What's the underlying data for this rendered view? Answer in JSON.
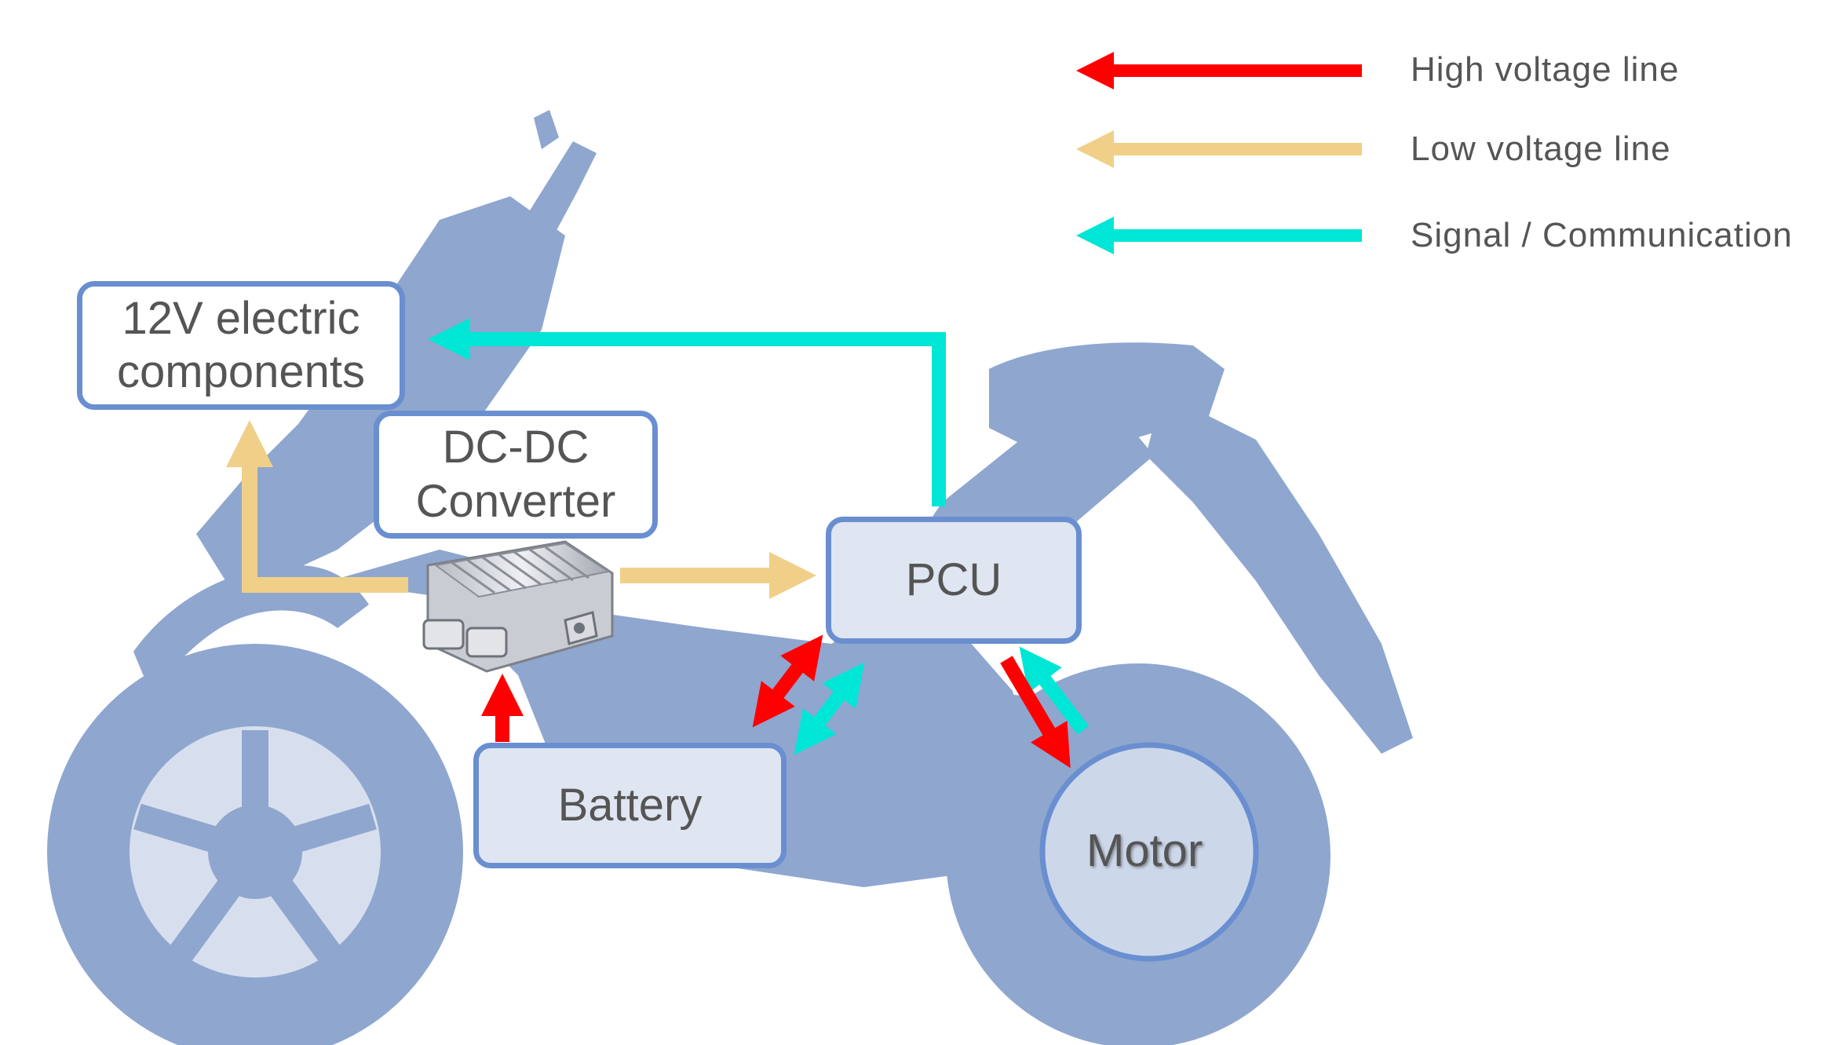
{
  "legend": {
    "items": [
      {
        "label": "High voltage line",
        "color": "#ff0000"
      },
      {
        "label": "Low voltage line",
        "color": "#f0d088"
      },
      {
        "label": "Signal /  Communication",
        "color": "#00e6d6"
      }
    ]
  },
  "components": {
    "electric_components": {
      "line1": "12V electric",
      "line2": "components"
    },
    "dcdc": {
      "line1": "DC-DC",
      "line2": "Converter"
    },
    "pcu": {
      "label": "PCU"
    },
    "battery": {
      "label": "Battery"
    },
    "motor": {
      "label": "Motor"
    }
  },
  "colors": {
    "scooter": "#8fa6cf",
    "box_border": "#6a8fd0",
    "box_fill_light": "#dfe5f1",
    "high_voltage": "#ff0000",
    "low_voltage": "#f0d088",
    "signal": "#00e6d6"
  },
  "icons": {
    "background": "scooter-silhouette",
    "dcdc_device": "dc-dc-converter-unit"
  }
}
